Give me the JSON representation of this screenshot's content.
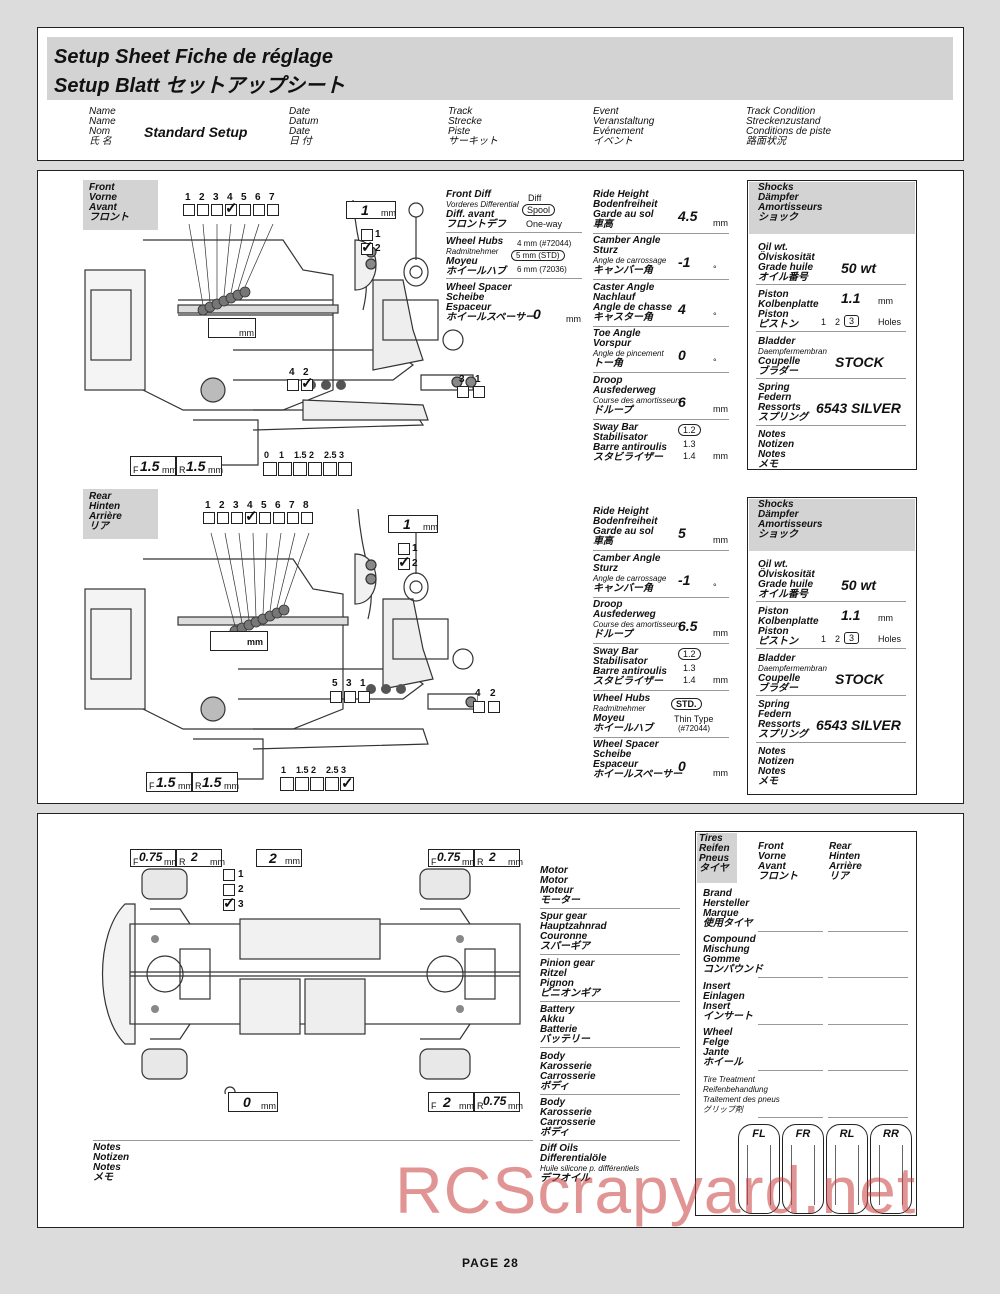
{
  "header": {
    "title_line1": "Setup Sheet  Fiche de réglage",
    "title_line2": "Setup Blatt   セットアップシート",
    "name_label": [
      "Name",
      "Name",
      "Nom",
      "氏 名"
    ],
    "name_value": "Standard Setup",
    "date_label": [
      "Date",
      "Datum",
      "Date",
      "日 付"
    ],
    "track_label": [
      "Track",
      "Strecke",
      "Piste",
      "サーキット"
    ],
    "event_label": [
      "Event",
      "Veranstaltung",
      "Evénement",
      "イベント"
    ],
    "condition_label": [
      "Track Condition",
      "Streckenzustand",
      "Conditions de piste",
      "路面状況"
    ]
  },
  "front": {
    "tab": [
      "Front",
      "Vorne",
      "Avant",
      "フロント"
    ],
    "camber_positions": [
      "1",
      "2",
      "3",
      "4",
      "5",
      "6",
      "7"
    ],
    "ball_spacer": "1",
    "ball_pos": [
      "1",
      "2"
    ],
    "ball_mm": "mm",
    "arm_pos": [
      "4",
      "2"
    ],
    "knuckle_pos": [
      "3",
      "1"
    ],
    "droop_scale": [
      "0",
      "1",
      "1.5",
      "2",
      "2.5",
      "3"
    ],
    "f_label": "F",
    "r_label": "R",
    "f_value": "1.5",
    "r_value": "1.5",
    "mm": "mm",
    "diff_label": [
      "Front Diff",
      "Vorderes Differential",
      "Diff. avant",
      "フロントデフ"
    ],
    "diff_options": [
      "Diff",
      "Spool",
      "One-way"
    ],
    "hubs_label": [
      "Wheel Hubs",
      "Radmitnehmer",
      "Moyeu",
      "ホイールハブ"
    ],
    "hubs_options": [
      "4 mm (#72044)",
      "5 mm (STD)",
      "6 mm (72036)"
    ],
    "spacer_label": [
      "Wheel Spacer",
      "Scheibe",
      "Espaceur",
      "ホイールスペーサー"
    ],
    "spacer_value": "0",
    "ride_height_label": [
      "Ride Height",
      "Bodenfreiheit",
      "Garde au sol",
      "車高"
    ],
    "ride_height": "4.5",
    "camber_label": [
      "Camber Angle",
      "Sturz",
      "Angle de carrossage",
      "キャンバー角"
    ],
    "camber": "-1",
    "caster_label": [
      "Caster Angle",
      "Nachlauf",
      "Angle de chasse",
      "キャスター角"
    ],
    "caster": "4",
    "toe_label": [
      "Toe Angle",
      "Vorspur",
      "Angle de pincement",
      "トー角"
    ],
    "toe": "0",
    "droop_label": [
      "Droop",
      "Ausfederweg",
      "Course des amortisseurs",
      "ドループ"
    ],
    "droop": "6",
    "sway_label": [
      "Sway Bar",
      "Stabilisator",
      "Barre antiroulis",
      "スタビライザー"
    ],
    "sway_options": [
      "1.2",
      "1.3",
      "1.4"
    ],
    "deg": "°",
    "shocks_label": [
      "Shocks",
      "Dämpfer",
      "Amortisseurs",
      "ショック"
    ],
    "oil_label": [
      "Oil wt.",
      "Ölviskosität",
      "Grade huile",
      "オイル番号"
    ],
    "oil": "50 wt",
    "piston_label": [
      "Piston",
      "Kolbenplatte",
      "Piston",
      "ピストン"
    ],
    "piston": "1.1",
    "piston_holes": [
      "1",
      "2",
      "3"
    ],
    "holes": "Holes",
    "bladder_label": [
      "Bladder",
      "Daempfermembran",
      "Coupelle",
      "ブラダー"
    ],
    "bladder": "STOCK",
    "spring_label": [
      "Spring",
      "Federn",
      "Ressorts",
      "スプリング"
    ],
    "spring": "6543 SILVER",
    "notes_label": [
      "Notes",
      "Notizen",
      "Notes",
      "メモ"
    ]
  },
  "rear": {
    "tab": [
      "Rear",
      "Hinten",
      "Arrière",
      "リア"
    ],
    "camber_positions": [
      "1",
      "2",
      "3",
      "4",
      "5",
      "6",
      "7",
      "8"
    ],
    "ball_spacer": "1",
    "ball_pos": [
      "1",
      "2"
    ],
    "arm_pos": [
      "5",
      "3",
      "1"
    ],
    "knuckle_pos": [
      "4",
      "2"
    ],
    "droop_scale": [
      "1",
      "1.5",
      "2",
      "2.5",
      "3"
    ],
    "f_value": "1.5",
    "r_value": "1.5",
    "ride_height": "5",
    "camber": "-1",
    "droop": "6.5",
    "sway_options": [
      "1.2",
      "1.3",
      "1.4"
    ],
    "hubs_options": [
      "STD.",
      "Thin Type",
      "(#72044)"
    ],
    "spacer_value": "0",
    "oil": "50 wt",
    "piston": "1.1",
    "bladder": "STOCK",
    "spring": "6543 SILVER"
  },
  "chassis": {
    "front_f": "0.75",
    "front_r": "2",
    "front_shim": "2",
    "rear_f": "0.75",
    "rear_r": "2",
    "bottom_rear_f": "2",
    "bottom_rear_r": "0.75",
    "bump_value": "0",
    "steer_pos": [
      "1",
      "2",
      "3"
    ],
    "motor_label": [
      "Motor",
      "Motor",
      "Moteur",
      "モーター"
    ],
    "spur_label": [
      "Spur gear",
      "Hauptzahnrad",
      "Couronne",
      "スパーギア"
    ],
    "pinion_label": [
      "Pinion gear",
      "Ritzel",
      "Pignon",
      "ピニオンギア"
    ],
    "battery_label": [
      "Battery",
      "Akku",
      "Batterie",
      "バッテリー"
    ],
    "body_label": [
      "Body",
      "Karosserie",
      "Carrosserie",
      "ボディ"
    ],
    "body2_label": [
      "Body",
      "Karosserie",
      "Carrosserie",
      "ボディ"
    ],
    "diff_oils_label": [
      "Diff Oils",
      "Differentialöle",
      "Huile silicone p. différentiels",
      "デフオイル"
    ],
    "notes_label": [
      "Notes",
      "Notizen",
      "Notes",
      "メモ"
    ]
  },
  "tires": {
    "header": [
      "Tires",
      "Reifen",
      "Pneus",
      "タイヤ"
    ],
    "front": [
      "Front",
      "Vorne",
      "Avant",
      "フロント"
    ],
    "rear": [
      "Rear",
      "Hinten",
      "Arrière",
      "リア"
    ],
    "brand": [
      "Brand",
      "Hersteller",
      "Marque",
      "使用タイヤ"
    ],
    "compound": [
      "Compound",
      "Mischung",
      "Gomme",
      "コンパウンド"
    ],
    "insert": [
      "Insert",
      "Einlagen",
      "Insert",
      "インサート"
    ],
    "wheel": [
      "Wheel",
      "Felge",
      "Jante",
      "ホイール"
    ],
    "treatment": [
      "Tire Treatment",
      "Reifenbehandlung",
      "Traitement des pneus",
      "グリップ剤"
    ],
    "corners": [
      "FL",
      "FR",
      "RL",
      "RR"
    ]
  },
  "footer": {
    "page": "PAGE 28",
    "watermark": "RCScrapyard.net"
  }
}
